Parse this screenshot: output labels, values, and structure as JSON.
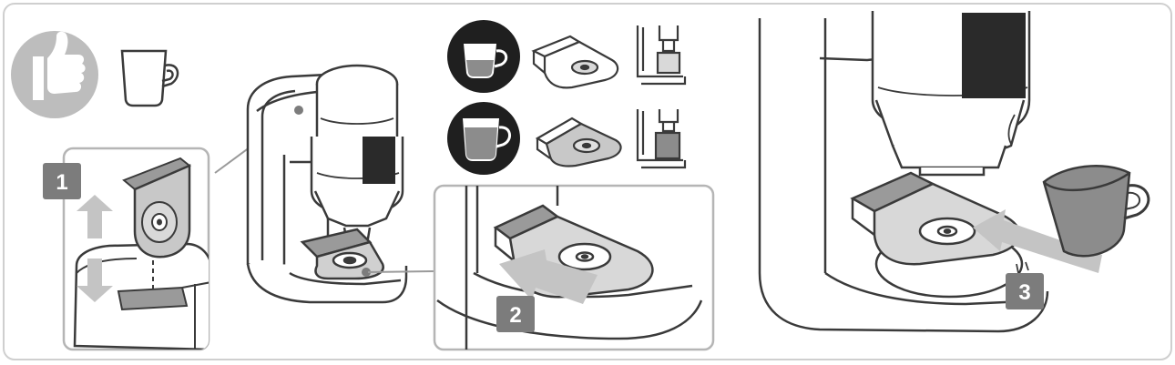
{
  "steps": [
    {
      "number": "1"
    },
    {
      "number": "2"
    },
    {
      "number": "3"
    }
  ],
  "icons": {
    "thumbs_up": "thumbs-up-icon",
    "mug": "mug-icon",
    "small_cup": "small-cup-icon",
    "large_cup": "large-cup-icon",
    "drip_tray": "drip-tray-icon",
    "brew_position": "brew-position-icon"
  },
  "colors": {
    "outline": "#3a3a3a",
    "badge": "#7c7c7c",
    "frame": "#b5b5b5",
    "arrow": "#c4c4c4",
    "thumb": "#bdbdbd",
    "dark_circle": "#1f1f1f",
    "shade": "#9a9a9a",
    "mug_fill": "#8c8c8c"
  }
}
